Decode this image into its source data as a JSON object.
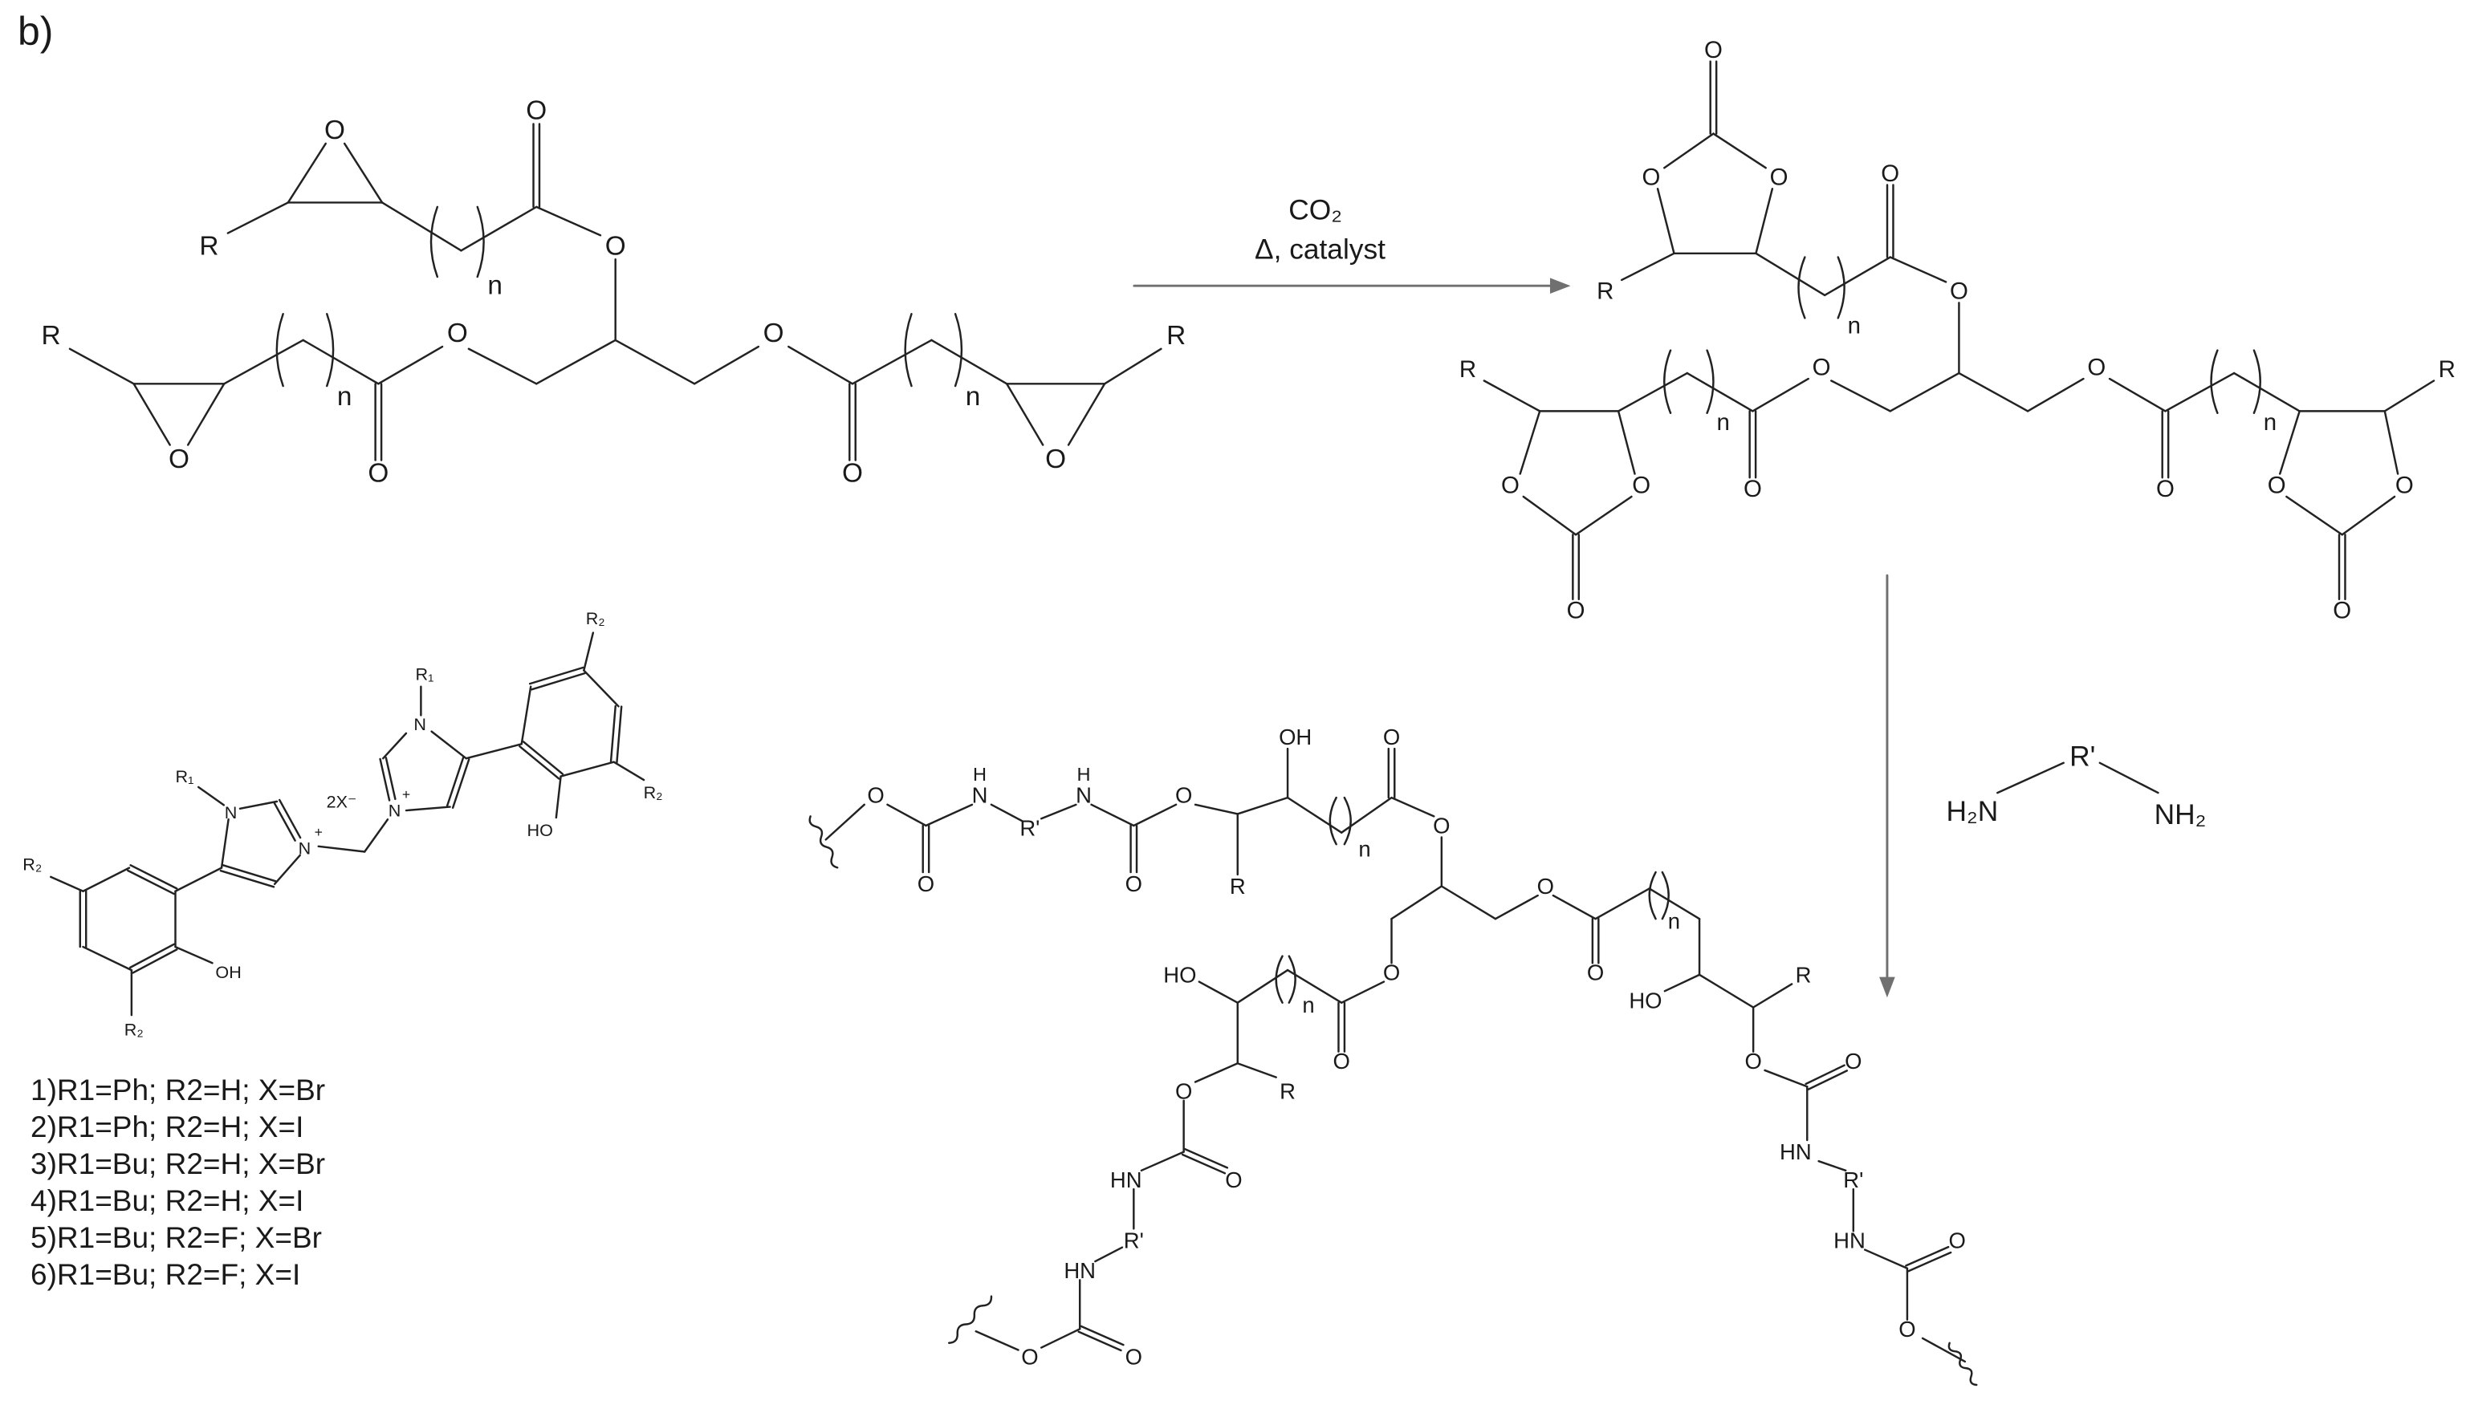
{
  "figure_label": "b)",
  "reaction": {
    "reagent": "CO₂",
    "conditions": "Δ, catalyst",
    "diamine": {
      "left": "H₂N",
      "center": "R'",
      "right": "NH₂"
    },
    "arrow_color": "#707070"
  },
  "atoms": {
    "O": "O",
    "R": "R",
    "n": "n",
    "OH": "OH",
    "HO": "HO",
    "HN": "HN",
    "H": "H",
    "N": "N",
    "R_prime": "R'",
    "R1": "R₁",
    "R2": "R₂",
    "plus": "+",
    "counterion": "2X⁻"
  },
  "catalyst_variants": [
    "1)R1=Ph; R2=H; X=Br",
    "2)R1=Ph; R2=H; X=I",
    "3)R1=Bu; R2=H; X=Br",
    "4)R1=Bu; R2=H; X=I",
    "5)R1=Bu; R2=F; X=Br",
    "6)R1=Bu; R2=F; X=I"
  ]
}
